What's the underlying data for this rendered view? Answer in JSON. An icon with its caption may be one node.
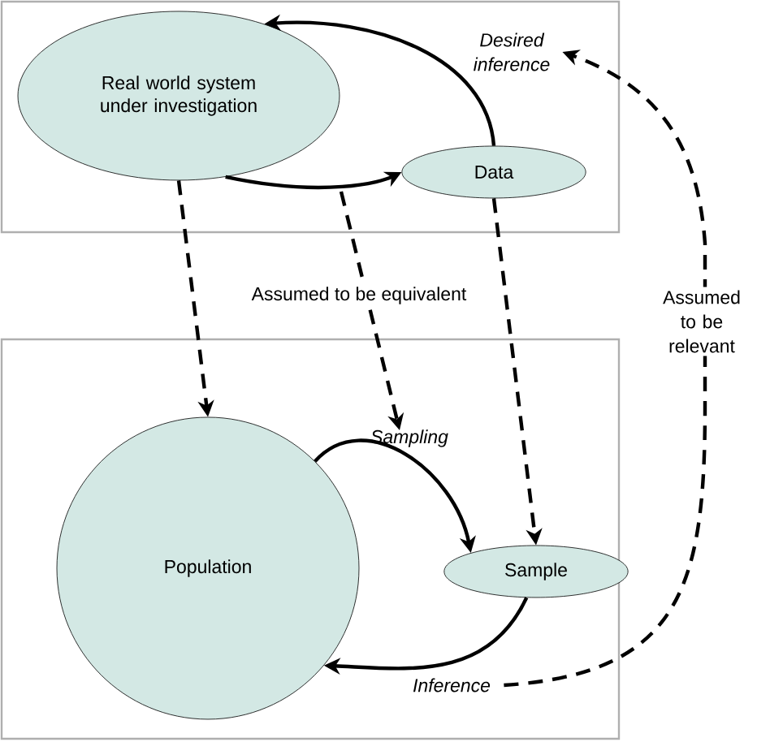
{
  "diagram": {
    "nodes": [
      {
        "text": [],
        "shape": "box"
      },
      {
        "text": [
          "Real world system under investigation"
        ],
        "in": 0
      },
      {
        "text": [
          "Data"
        ],
        "in": 0
      },
      {
        "text": [],
        "shape": "box"
      },
      {
        "text": [
          "Population"
        ],
        "in": 3
      },
      {
        "text": [
          "Sample"
        ],
        "in": 3
      },
      {
        "text": [
          "Desired inference"
        ],
        "in": 0
      },
      {
        "text": [
          "Inference"
        ],
        "in": 3
      }
    ],
    "edges": [
      {
        "from": 1,
        "to": 2,
        "arrow": "to"
      },
      {
        "from": 2,
        "to": 1,
        "arrow": "to"
      },
      {
        "from": 4,
        "to": 5,
        "arrow": "to",
        "label": "Sampling"
      },
      {
        "from": 5,
        "to": 4,
        "arrow": "to"
      },
      {
        "from": 1,
        "to": 4,
        "arrow": "to",
        "style": "dashed"
      },
      {
        "from": 2,
        "to": 5,
        "arrow": "to",
        "style": "dashed"
      },
      {
        "from": 7,
        "to": 6,
        "arrow": "to",
        "style": "dashed",
        "label": "Assumed to be relevant"
      }
    ],
    "labels": [
      "Assumed to be equivalent"
    ]
  }
}
